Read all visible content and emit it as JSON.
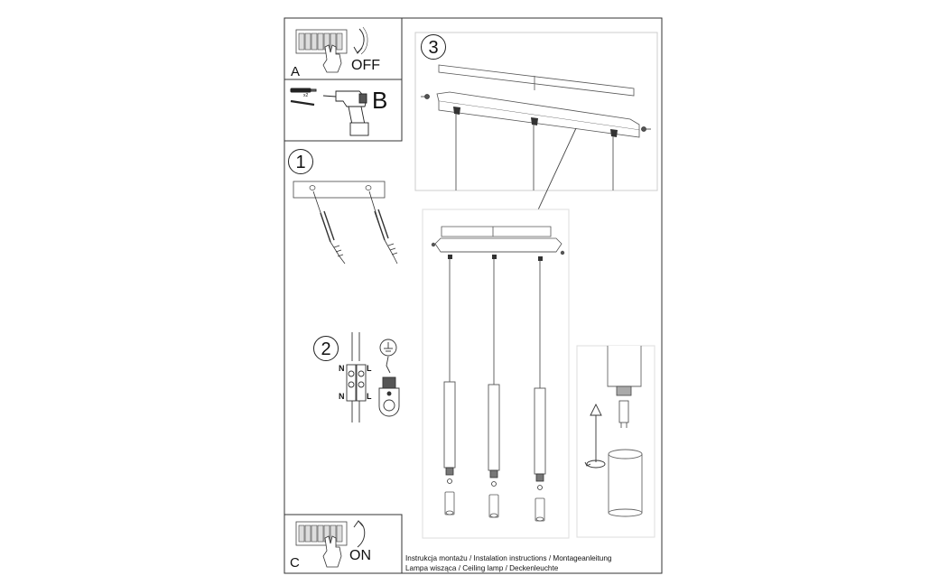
{
  "panel_a": {
    "letter": "A",
    "state": "OFF"
  },
  "panel_b": {
    "letter": "B",
    "anchor_note": "x2"
  },
  "panel_c": {
    "letter": "C",
    "state": "ON"
  },
  "steps": {
    "one": "1",
    "two": "2",
    "three": "3"
  },
  "wiring": {
    "n_top": "N",
    "l_top": "L",
    "n_bottom": "N",
    "l_bottom": "L"
  },
  "footer": {
    "line1": "Instrukcja montażu / Instalation instructions / Montageanleitung",
    "line2": "Lampa wisząca / Ceiling lamp / Deckenleuchte"
  }
}
